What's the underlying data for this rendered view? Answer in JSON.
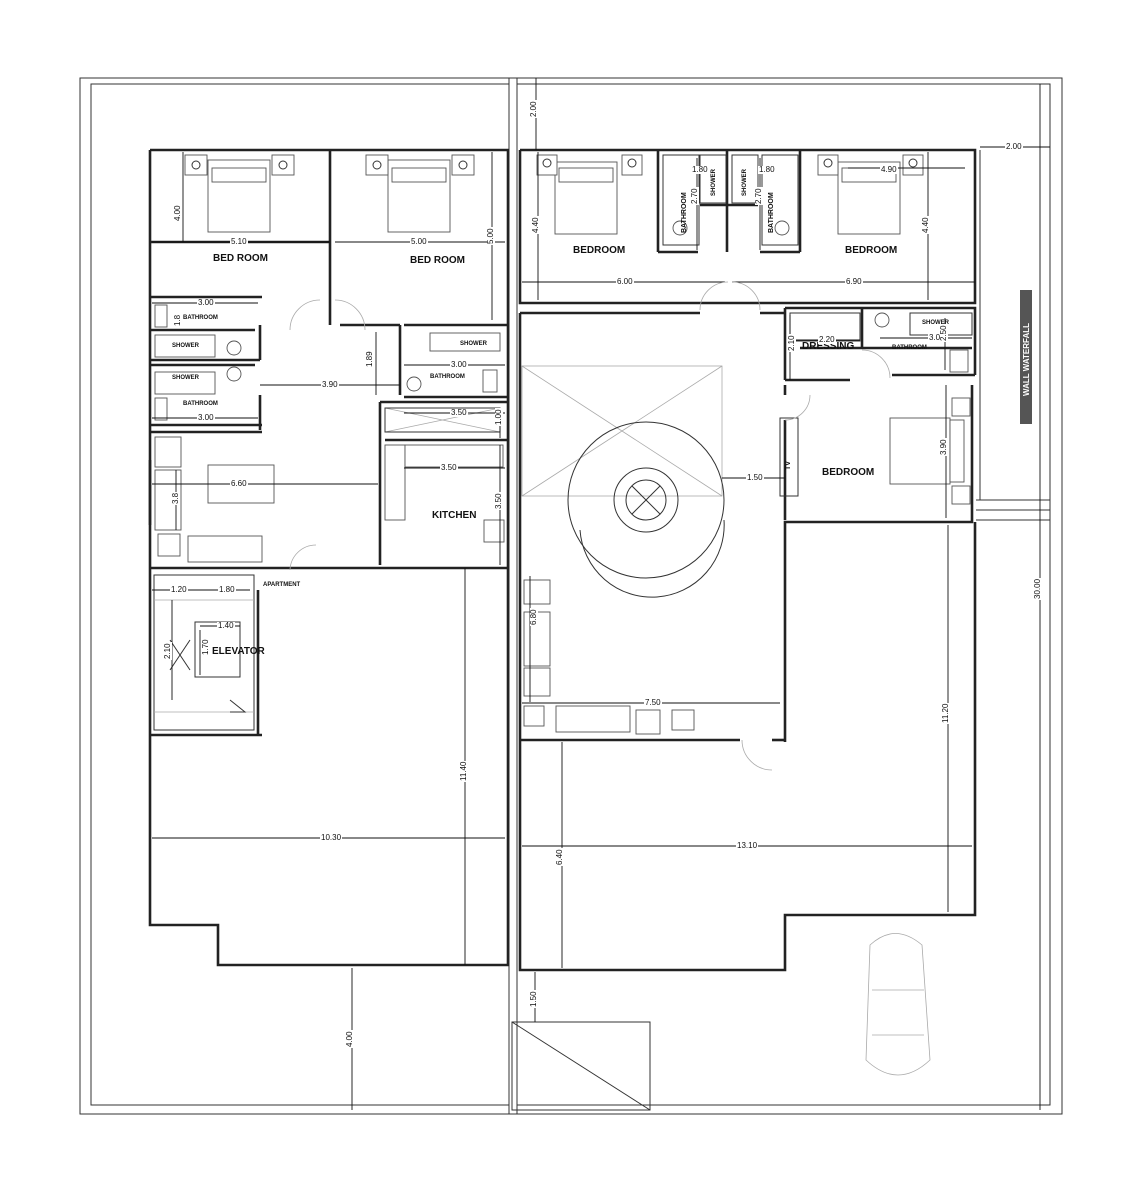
{
  "rooms": {
    "bed_room_1": "BED ROOM",
    "bed_room_2": "BED ROOM",
    "bathroom_1": "BATHROOM",
    "bathroom_2": "BATHROOM",
    "bathroom_3": "BATHROOM",
    "shower_1": "SHOWER",
    "shower_2": "SHOWER",
    "shower_3": "SHOWER",
    "kitchen": "KITCHEN",
    "apartment": "APARTMENT",
    "elevator": "ELEVATOR",
    "bedroom_r1": "BEDROOM",
    "bedroom_r2": "BEDROOM",
    "bedroom_r3": "BEDROOM",
    "bathroom_r1": "BATHROOM",
    "bathroom_r2": "BATHROOM",
    "bathroom_r3": "BATHROOM",
    "shower_r1": "SHOWER",
    "shower_r2": "SHOWER",
    "shower_r3": "SHOWER",
    "dressing": "DRESSING",
    "wall_waterfall": "WALL WATERFALL",
    "tv": "TV"
  },
  "dimensions": {
    "d_2_00_top": "2.00",
    "d_2_00_right": "2.00",
    "d_5_10": "5.10",
    "d_5_00": "5.00",
    "d_4_00_a": "4.00",
    "d_5_00_v": "5.00",
    "d_3_00_a": "3.00",
    "d_1_8": "1.8",
    "d_1_89": "1.89",
    "d_3_90": "3.90",
    "d_3_00_b": "3.00",
    "d_3_00_c": "3.00",
    "d_3_50_a": "3.50",
    "d_1_00": "1.00",
    "d_3_50_b": "3.50",
    "d_3_50_c": "3.50",
    "d_6_60": "6.60",
    "d_3_8": "3.8",
    "d_1_20": "1.20",
    "d_1_80": "1.80",
    "d_1_40": "1.40",
    "d_1_70": "1.70",
    "d_2_10": "2.10",
    "d_11_40": "11.40",
    "d_10_30": "10.30",
    "d_4_00_b": "4.00",
    "d_4_40_a": "4.40",
    "d_4_40_b": "4.40",
    "d_6_00": "6.00",
    "d_6_90": "6.90",
    "d_2_70_a": "2.70",
    "d_2_70_b": "2.70",
    "d_1_80_a": "1.80",
    "d_1_80_b": "1.80",
    "d_4_90": "4.90",
    "d_1_50_a": "1.50",
    "d_2_20": "2.20",
    "d_2_10_b": "2.10",
    "d_3_00_d": "3.00",
    "d_2_50": "2.50",
    "d_3_90_b": "3.90",
    "d_6_80": "6.80",
    "d_7_50": "7.50",
    "d_11_20": "11.20",
    "d_30_00": "30.00",
    "d_13_10": "13.10",
    "d_6_40": "6.40",
    "d_1_50_b": "1.50"
  }
}
